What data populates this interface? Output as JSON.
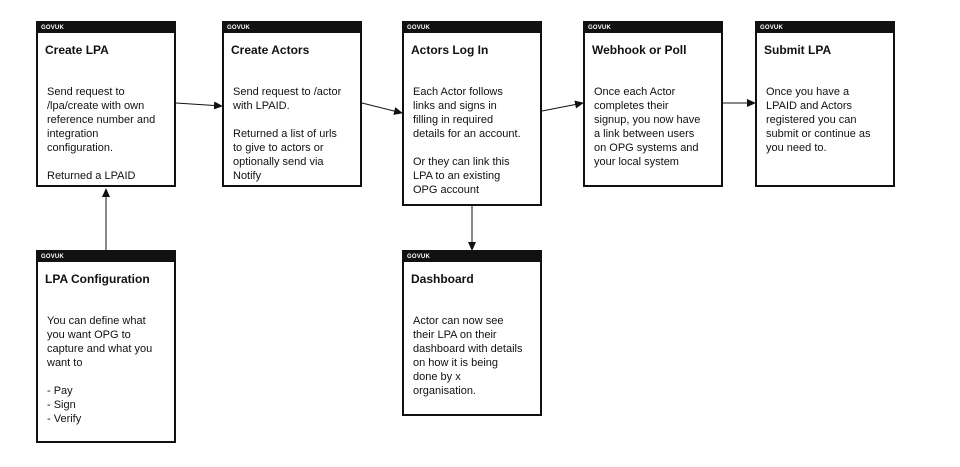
{
  "badge": "GOVUK",
  "cards": {
    "create_lpa": {
      "title": "Create LPA",
      "body": "Send request to\n/lpa/create with own\nreference number and\nintegration\nconfiguration.\n\nReturned a LPAID"
    },
    "create_actors": {
      "title": "Create Actors",
      "body": "Send request to /actor\nwith LPAID.\n\nReturned a list of urls\nto give to actors or\noptionally send via\nNotify"
    },
    "actors_log_in": {
      "title": "Actors Log In",
      "body": "Each Actor follows\nlinks and signs in\nfilling in required\ndetails for an account.\n\nOr they can link this\nLPA to an existing\nOPG account"
    },
    "webhook_or_poll": {
      "title": "Webhook or Poll",
      "body": "Once each Actor\ncompletes their\nsignup, you now have\na link between users\non OPG systems and\nyour local system"
    },
    "submit_lpa": {
      "title": "Submit LPA",
      "body": "Once you have a\nLPAID and Actors\nregistered you can\nsubmit or continue as\nyou need to."
    },
    "lpa_configuration": {
      "title": "LPA Configuration",
      "body": "You can define what\nyou want OPG to\ncapture and what you\nwant to\n\n- Pay\n- Sign\n- Verify"
    },
    "dashboard": {
      "title": "Dashboard",
      "body": "Actor can now see\ntheir LPA on their\ndashboard with details\non how it is being\ndone by x\norganisation."
    }
  }
}
